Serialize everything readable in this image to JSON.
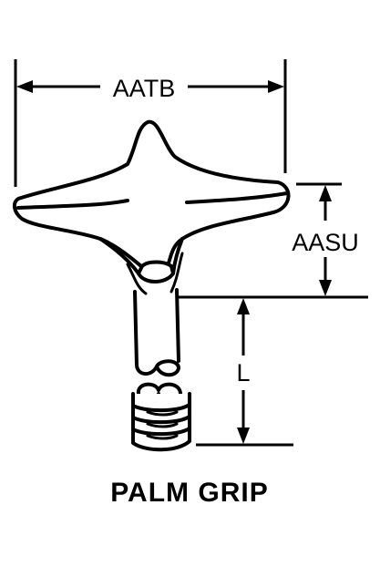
{
  "title": "PALM GRIP",
  "dimensions": {
    "width": "AATB",
    "height": "AASU",
    "length": "L"
  },
  "colors": {
    "ink": "#000000",
    "paper": "#ffffff"
  }
}
